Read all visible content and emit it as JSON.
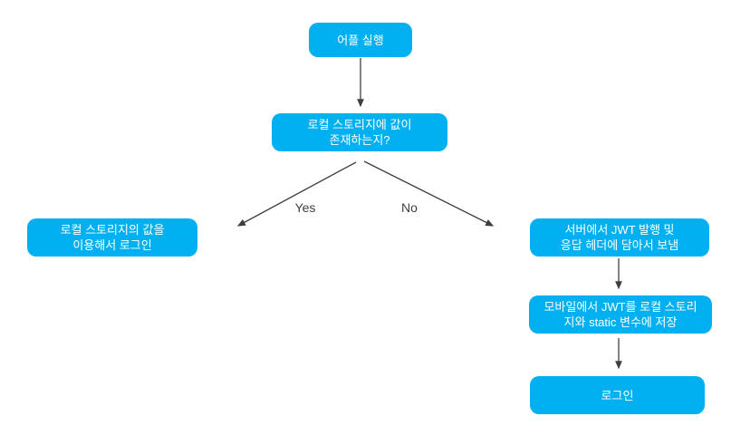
{
  "diagram": {
    "background_color": "#ffffff",
    "node_fill_color": "#00b0f0",
    "node_text_color": "#ffffff",
    "arrow_color": "#3f3f3f",
    "nodes": {
      "app_start": {
        "label": "어플 실행"
      },
      "check_storage": {
        "label": "로컬 스토리지에 값이\n존재하는지?"
      },
      "login_with_storage": {
        "label": "로컬 스토리지의 값을\n이용해서 로그인"
      },
      "server_jwt": {
        "label": "서버에서 JWT 발행 및\n응답 헤더에 담아서 보냄"
      },
      "mobile_save": {
        "label": "모바일에서 JWT를 로컬 스토리\n지와 static 변수에 저장"
      },
      "login": {
        "label": "로그인"
      }
    },
    "edge_labels": {
      "yes": "Yes",
      "no": "No"
    }
  }
}
